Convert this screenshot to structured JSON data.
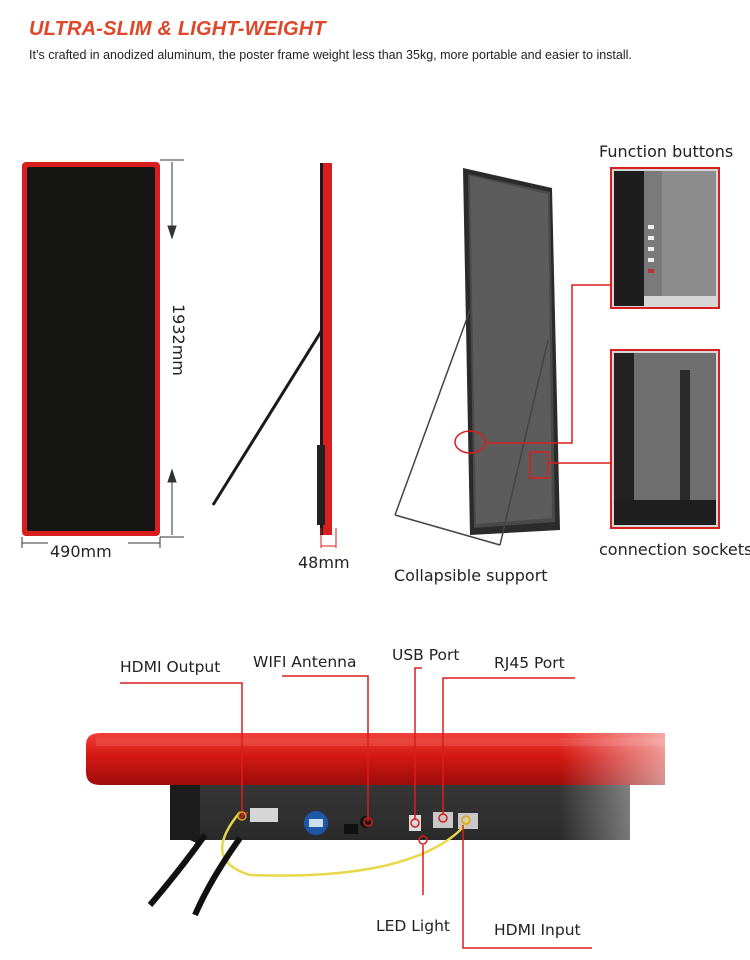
{
  "header": {
    "title": "ULTRA-SLIM & LIGHT-WEIGHT",
    "subtitle": "It’s crafted in anodized aluminum, the poster frame weight less than 35kg, more portable and easier to install."
  },
  "dimensions": {
    "height": "1932mm",
    "width": "490mm",
    "depth": "48mm"
  },
  "features": {
    "function_buttons": "Function buttons",
    "connection_sockets": "connection sockets",
    "collapsible_support": "Collapsible support"
  },
  "ports": {
    "hdmi_output": "HDMI Output",
    "wifi_antenna": "WIFI Antenna",
    "usb_port": "USB Port",
    "rj45_port": "RJ45 Port",
    "led_light": "LED Light",
    "hdmi_input": "HDMI Input"
  },
  "colors": {
    "accent_red": "#d81e1e",
    "title_orange": "#e0472a",
    "screen_black": "#151513"
  }
}
